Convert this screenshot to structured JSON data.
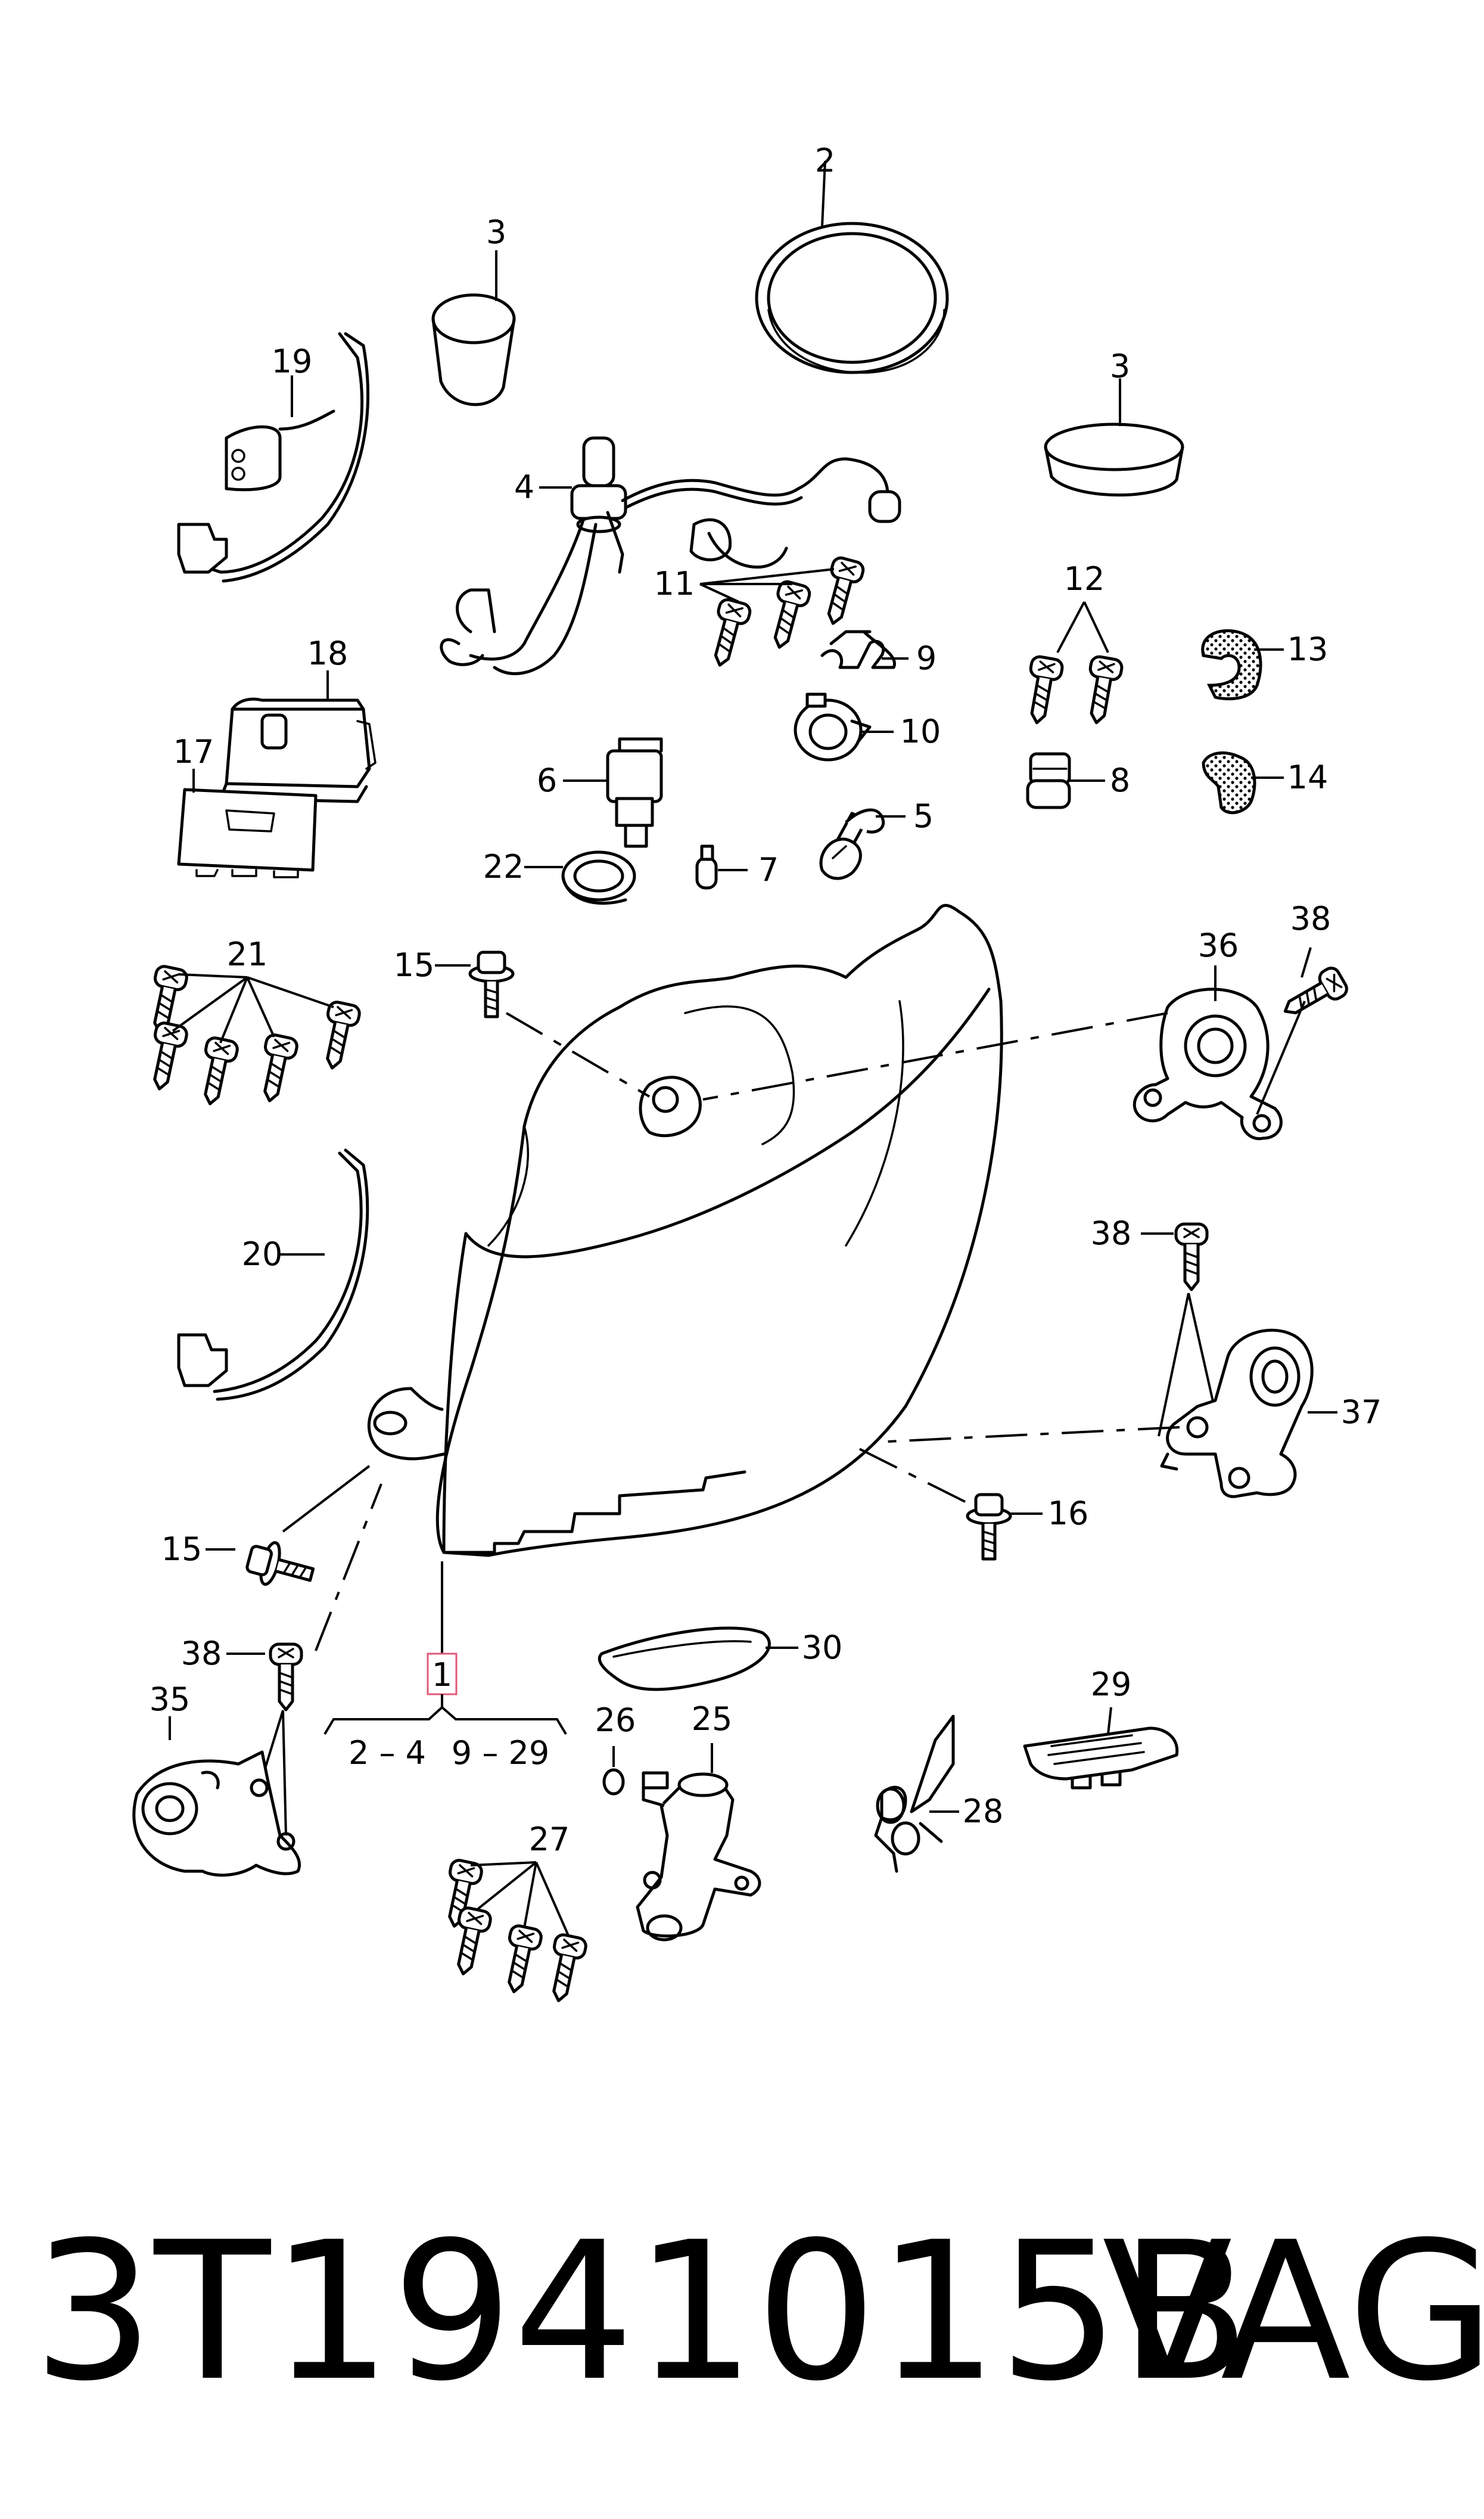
{
  "callouts": {
    "c1": "1",
    "c2": "2",
    "c3a": "3",
    "c3b": "3",
    "c4": "4",
    "c5": "5",
    "c6": "6",
    "c7": "7",
    "c8": "8",
    "c9": "9",
    "c10": "10",
    "c11": "11",
    "c12": "12",
    "c13": "13",
    "c14": "14",
    "c15a": "15",
    "c15b": "15",
    "c16": "16",
    "c17": "17",
    "c18": "18",
    "c19": "19",
    "c20": "20",
    "c21": "21",
    "c22": "22",
    "c25": "25",
    "c26": "26",
    "c27": "27",
    "c28": "28",
    "c29": "29",
    "c30": "30",
    "c35": "35",
    "c36": "36",
    "c37": "37",
    "c38a": "38",
    "c38b": "38",
    "c38c": "38"
  },
  "range_labels": {
    "left": "2 – 4",
    "right": "9 – 29"
  },
  "footer": {
    "part_number": "3T1941015B",
    "brand": "VAG"
  },
  "colors": {
    "highlight_box": "#e05a78",
    "lines": "#000000",
    "background": "#ffffff"
  }
}
